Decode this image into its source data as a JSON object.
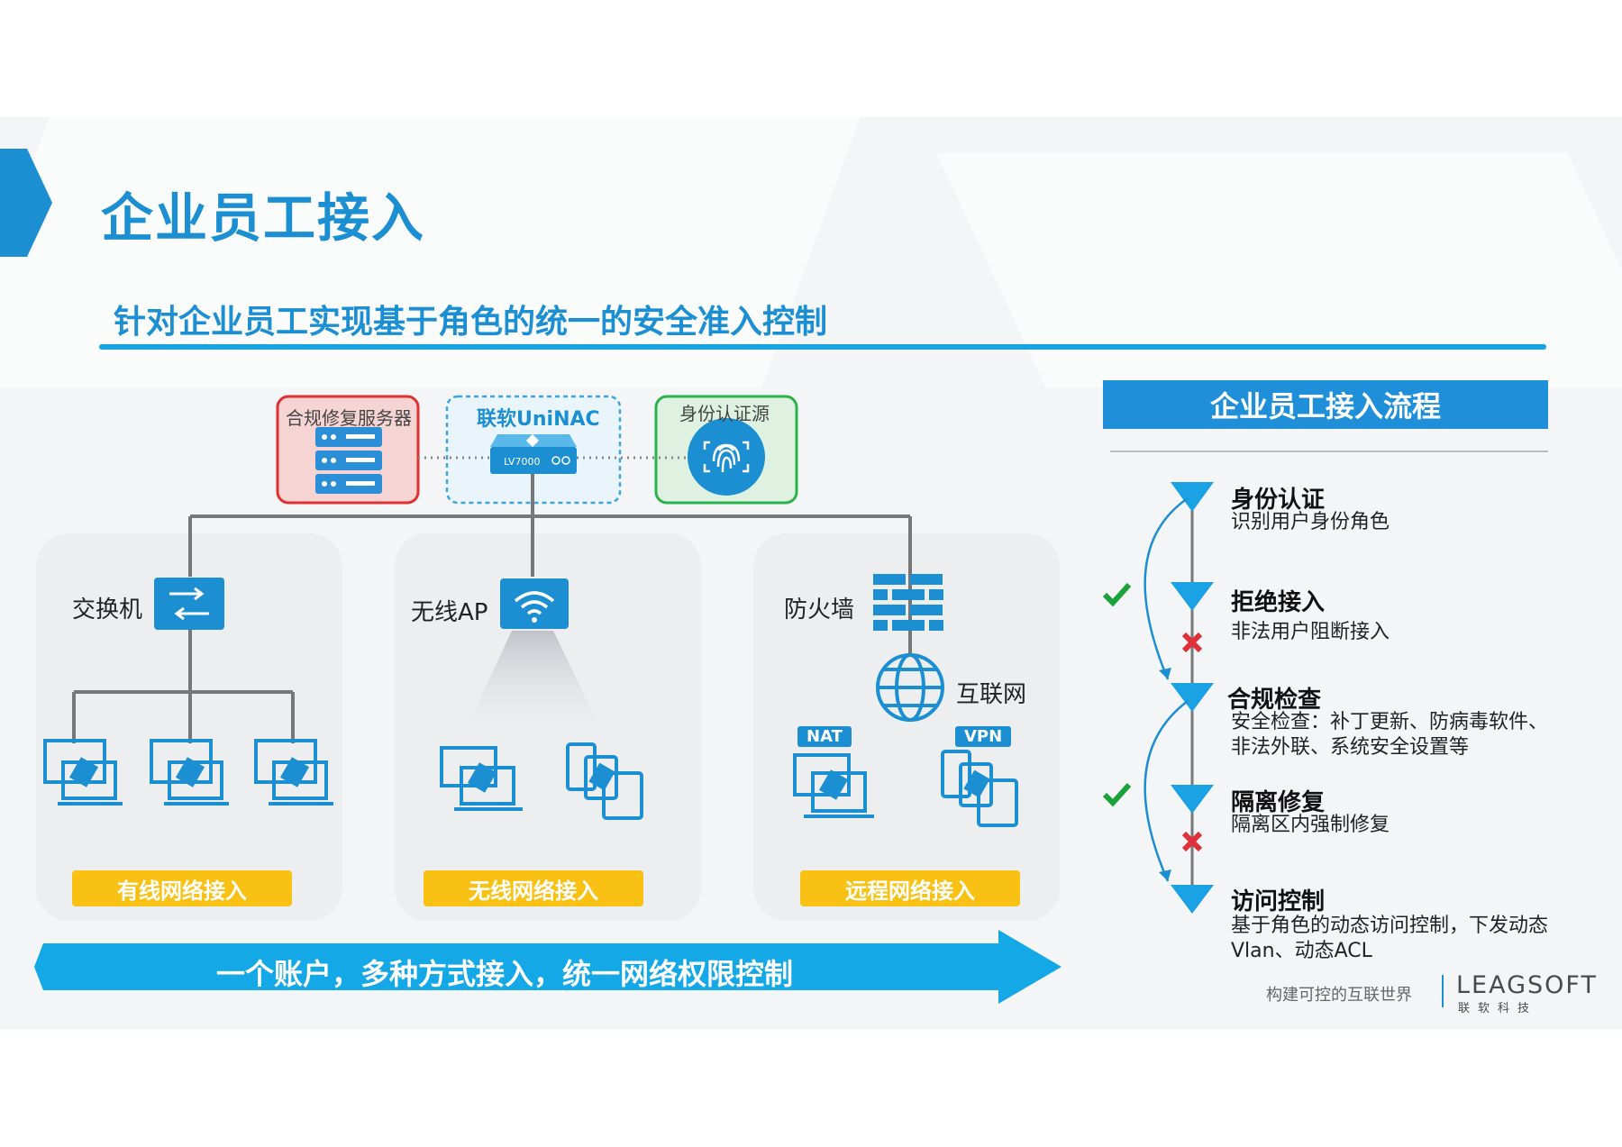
{
  "header": {
    "title": "企业员工接入",
    "subtitle": "针对企业员工实现基于角色的统一的安全准入控制"
  },
  "diagram": {
    "top_boxes": {
      "remediation_server": "合规修复服务器",
      "uninac": "联软UniNAC",
      "device_model": "LV7000",
      "identity_source": "身份认证源"
    },
    "devices": {
      "switch": "交换机",
      "wireless_ap": "无线AP",
      "firewall": "防火墙",
      "internet": "互联网",
      "nat": "NAT",
      "vpn": "VPN"
    },
    "access_types": {
      "wired": "有线网络接入",
      "wireless": "无线网络接入",
      "remote": "远程网络接入"
    },
    "bottom_banner": "一个账户，多种方式接入，统一网络权限控制"
  },
  "flow": {
    "header": "企业员工接入流程",
    "steps": [
      {
        "title": "身份认证",
        "desc": "识别用户身份角色"
      },
      {
        "title": "拒绝接入",
        "desc": "非法用户阻断接入"
      },
      {
        "title": "合规检查",
        "desc1": "安全检查：补丁更新、防病毒软件、",
        "desc2": "非法外联、系统安全设置等"
      },
      {
        "title": "隔离修复",
        "desc": "隔离区内强制修复"
      },
      {
        "title": "访问控制",
        "desc1": "基于角色的动态访问控制，下发动态",
        "desc2": "Vlan、动态ACL"
      }
    ]
  },
  "footer": {
    "slogan": "构建可控的互联世界",
    "logo": "LEAGSOFT",
    "logo_sub": "联软科技"
  },
  "colors": {
    "brand_blue": "#1b8fd2",
    "arrow_blue": "#14a8e6",
    "button_yellow": "#f8c114",
    "check_green": "#1aa33a",
    "cross_red": "#e0303a"
  }
}
